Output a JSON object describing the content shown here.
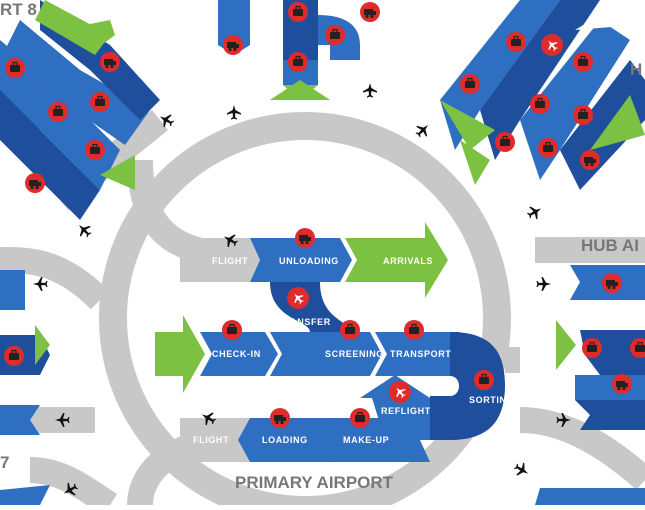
{
  "titles": {
    "primary": "PRIMARY AIRPORT",
    "hub": "HUB AI",
    "port8": "RT 8",
    "hub_top": "H",
    "left_bottom": "7"
  },
  "steps": {
    "flight_in": "FLIGHT",
    "unloading": "UNLOADING",
    "arrivals": "ARRIVALS",
    "transfer": "TRANSFER",
    "check_in": "CHECK-IN",
    "screening": "SCREENING",
    "transport": "TRANSPORT",
    "sorting": "SORTING",
    "reflight": "REFLIGHT",
    "make_up": "MAKE-UP",
    "loading": "LOADING",
    "flight_out": "FLIGHT"
  },
  "colors": {
    "ring": "#c8c8c8",
    "blue": "#2f6fc2",
    "blue_dark": "#1f4f9c",
    "green": "#7cc142",
    "red": "#e02b2b"
  }
}
